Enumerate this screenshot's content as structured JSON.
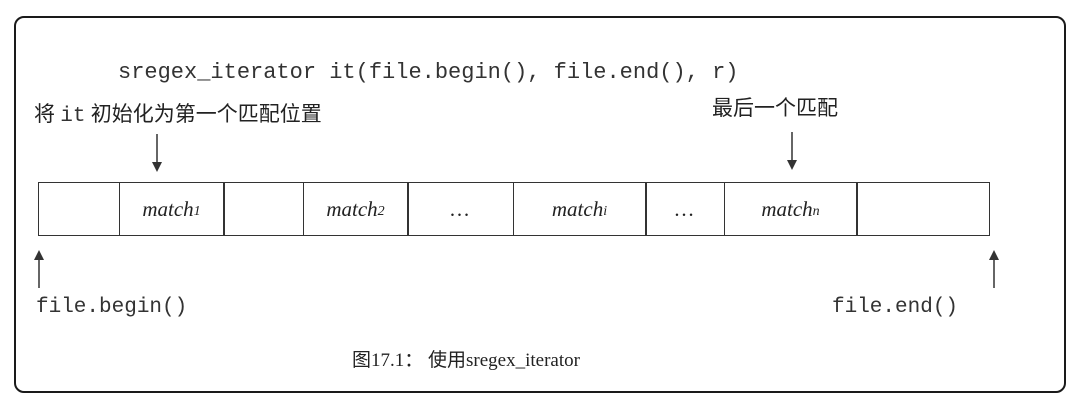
{
  "code_line": "sregex_iterator it(file.begin(), file.end(), r)",
  "label_init": {
    "pre": "将 ",
    "code": "it",
    "post": " 初始化为第一个匹配位置"
  },
  "label_last": "最后一个匹配",
  "label_begin": "file.begin()",
  "label_end": "file.end()",
  "caption": "图17.1： 使用sregex_iterator",
  "cells": [
    {
      "text": "",
      "sub": ""
    },
    {
      "text": "match",
      "sub": "1"
    },
    {
      "text": "",
      "sub": ""
    },
    {
      "text": "match",
      "sub": "2"
    },
    {
      "text": "…",
      "sub": ""
    },
    {
      "text": "match",
      "sub": "i"
    },
    {
      "text": "…",
      "sub": ""
    },
    {
      "text": "match",
      "sub": "n"
    },
    {
      "text": "",
      "sub": ""
    }
  ]
}
